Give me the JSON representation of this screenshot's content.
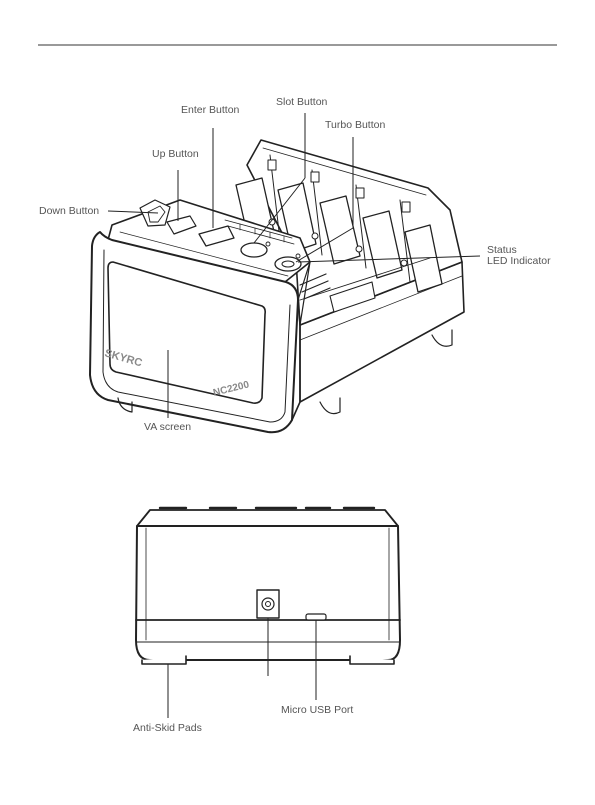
{
  "top_view": {
    "labels": {
      "enter_button": "Enter Button",
      "slot_button": "Slot Button",
      "turbo_button": "Turbo Button",
      "up_button": "Up Button",
      "down_button": "Down Button",
      "status_line1": "Status",
      "status_line2": "LED Indicator",
      "va_screen": "VA screen"
    },
    "device_logo": "SKYRC",
    "device_model": "NC2200"
  },
  "back_view": {
    "labels": {
      "micro_usb_port": "Micro USB Port",
      "anti_skid_pads": "Anti-Skid Pads"
    }
  },
  "colors": {
    "text": "#555555",
    "line": "#222222",
    "rule": "#333333"
  }
}
